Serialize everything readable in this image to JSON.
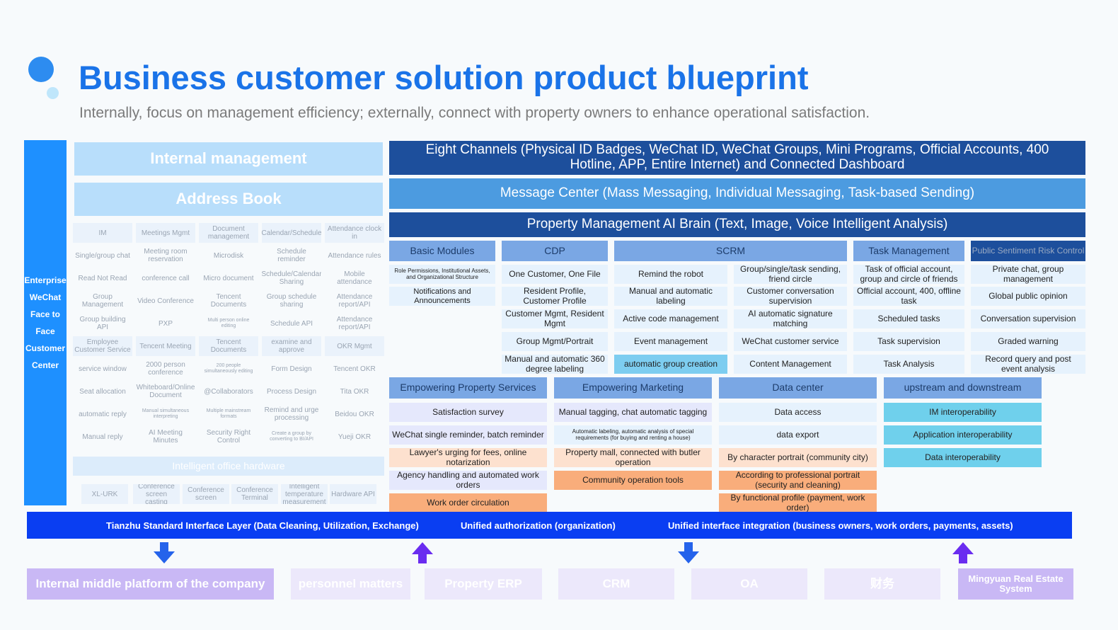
{
  "title": "Business customer solution product blueprint",
  "subtitle": "Internally, focus on management efficiency; externally, connect with property owners to enhance operational satisfaction.",
  "left_bar": [
    "Enterprise",
    "WeChat",
    "Face to",
    "Face",
    "Customer",
    "Center"
  ],
  "internal": {
    "header": "Internal management",
    "address_book": "Address Book",
    "grid": [
      [
        "IM",
        "Meetings Mgmt",
        "Document management",
        "Calendar/Schedule",
        "Attendance clock in"
      ],
      [
        "Single/group chat",
        "Meeting room reservation",
        "Microdisk",
        "Schedule reminder",
        "Attendance rules"
      ],
      [
        "Read Not Read",
        "conference call",
        "Micro document",
        "Schedule/Calendar Sharing",
        "Mobile attendance"
      ],
      [
        "Group Management",
        "Video Conference",
        "Tencent Documents",
        "Group schedule sharing",
        "Attendance report/API"
      ],
      [
        "Group building API",
        "PXP",
        "Multi person online editing",
        "Schedule API",
        "Attendance report/API"
      ],
      [
        "Employee Customer Service",
        "Tencent Meeting",
        "Tencent Documents",
        "examine and approve",
        "OKR Mgmt"
      ],
      [
        "service window",
        "2000 person conference",
        "200 people simultaneously editing",
        "Form Design",
        "Tencent OKR"
      ],
      [
        "Seat allocation",
        "Whiteboard/Online Document",
        "@Collaborators",
        "Process Design",
        "Tita OKR"
      ],
      [
        "automatic reply",
        "Manual simultaneous interpreting",
        "Multiple mainstream formats",
        "Remind and urge processing",
        "Beidou OKR"
      ],
      [
        "Manual reply",
        "AI Meeting Minutes",
        "Security Right Control",
        "Create a group by converting to BI/API",
        "Yueji OKR"
      ]
    ],
    "hardware_header": "Intelligent office hardware",
    "hardware": [
      "XL-URK",
      "Conference screen casting",
      "Conference screen",
      "Conference Terminal",
      "Intelligent temperature measurement",
      "Hardware API"
    ]
  },
  "bands": {
    "channels": "Eight Channels (Physical ID Badges, WeChat ID, WeChat Groups, Mini Programs, Official Accounts, 400 Hotline, APP, Entire Internet) and Connected Dashboard",
    "message_center": "Message Center (Mass Messaging, Individual Messaging, Task-based Sending)",
    "ai_brain": "Property Management AI Brain (Text, Image, Voice Intelligent Analysis)"
  },
  "modules": {
    "basic": {
      "header": "Basic Modules",
      "items": [
        "Role Permissions, Institutional Assets, and Organizational Structure",
        "Notifications and Announcements"
      ]
    },
    "cdp": {
      "header": "CDP",
      "items": [
        "One Customer, One File",
        "Resident Profile, Customer Profile",
        "Customer Mgmt, Resident Mgmt",
        "Group Mgmt/Portrait",
        "Manual and automatic 360 degree labeling"
      ]
    },
    "scrm": {
      "header": "SCRM",
      "left": [
        "Remind the robot",
        "Manual and automatic labeling",
        "Active code management",
        "Event management",
        "automatic group creation"
      ],
      "right": [
        "Group/single/task sending, friend circle",
        "Customer conversation supervision",
        "AI automatic signature matching",
        "WeChat customer service",
        "Content Management"
      ]
    },
    "task": {
      "header": "Task Management",
      "items": [
        "Task of official account, group and circle of friends",
        "Official account, 400, offline task",
        "Scheduled tasks",
        "Task supervision",
        "Task Analysis"
      ]
    },
    "risk": {
      "header": "Public Sentiment Risk Control",
      "items": [
        "Private chat, group management",
        "Global public opinion",
        "Conversation supervision",
        "Graded warning",
        "Record query and post event analysis"
      ]
    }
  },
  "sections": {
    "property": {
      "header": "Empowering Property Services",
      "items": [
        "Satisfaction survey",
        "WeChat single reminder, batch reminder",
        "Lawyer's urging for fees, online notarization",
        "Agency handling and automated work orders",
        "Work order circulation"
      ]
    },
    "marketing": {
      "header": "Empowering Marketing",
      "items": [
        "Manual tagging, chat automatic tagging",
        "Automatic labeling, automatic analysis of special requirements (for buying and renting a house)",
        "Property mall, connected with butler operation",
        "Community operation tools"
      ]
    },
    "data": {
      "header": "Data center",
      "items": [
        "Data access",
        "data export",
        "By character portrait (community city)",
        "According to professional portrait (security and cleaning)",
        "By functional profile (payment, work order)"
      ]
    },
    "updown": {
      "header": "upstream and downstream",
      "items": [
        "IM interoperability",
        "Application interoperability",
        "Data interoperability"
      ]
    }
  },
  "interface_bar": [
    "Tianzhu Standard Interface Layer (Data Cleaning, Utilization, Exchange)",
    "Unified authorization (organization)",
    "Unified interface integration (business owners, work orders, payments, assets)"
  ],
  "bottom": [
    "Internal middle platform of the company",
    "personnel matters",
    "Property ERP",
    "CRM",
    "OA",
    "财务",
    "Mingyuan Real Estate System"
  ],
  "colors": {
    "title": "#1a73e8",
    "dark_band": "#1d4f9c",
    "interface_bar": "#0a3ef2",
    "arrow": "#6a2cf0"
  }
}
